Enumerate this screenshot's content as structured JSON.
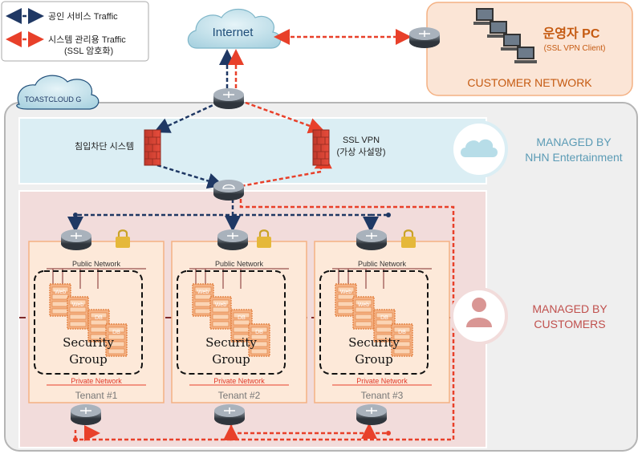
{
  "legend": {
    "public_traffic": "공인 서비스 Traffic",
    "mgmt_traffic_line1": "시스템 관리용 Traffic",
    "mgmt_traffic_line2": "(SSL 암호화)"
  },
  "internet": "Internet",
  "operator": {
    "title": "운영자 PC",
    "subtitle": "(SSL VPN Client)",
    "network": "CUSTOMER NETWORK"
  },
  "cloud_tag": "TOASTCLOUD G",
  "ids": "침입차단 시스템",
  "ssl_vpn_line1": "SSL VPN",
  "ssl_vpn_line2": "(가상 사설망)",
  "managed_nhn_line1": "MANAGED BY",
  "managed_nhn_line2": "NHN Entertainment",
  "managed_cust_line1": "MANAGED BY",
  "managed_cust_line2": "CUSTOMERS",
  "tenants": [
    {
      "name": "Tenant #1",
      "public_net": "Public Network",
      "private_net": "Private Network",
      "sg_line1": "Security",
      "sg_line2": "Group"
    },
    {
      "name": "Tenant #2",
      "public_net": "Public Network",
      "private_net": "Private Network",
      "sg_line1": "Security",
      "sg_line2": "Group"
    },
    {
      "name": "Tenant #3",
      "public_net": "Public Network",
      "private_net": "Private Network",
      "sg_line1": "Security",
      "sg_line2": "Group"
    }
  ],
  "server_labels": [
    "Web",
    "Web",
    "DB",
    "DB"
  ],
  "colors": {
    "public": "#1f3864",
    "mgmt": "#e8402a",
    "nhn_zone": "#dbeef4",
    "customer_zone": "#f2dcdb",
    "customer_network": "#fbe5d6",
    "tenant_box": "#fde9d9",
    "cloud": "#b7dde8"
  }
}
